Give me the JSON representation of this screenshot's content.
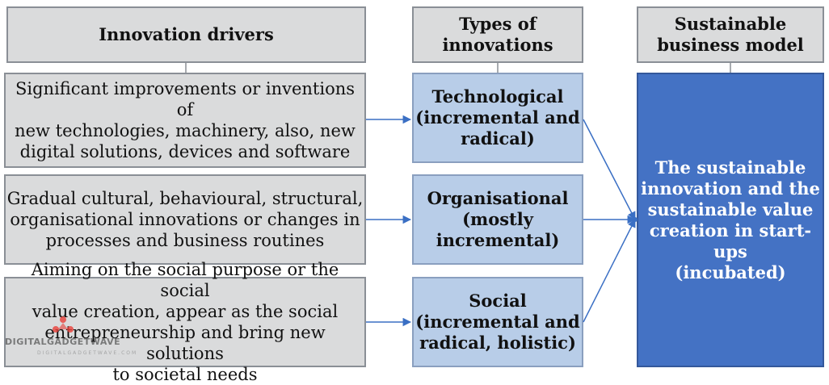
{
  "headers": {
    "drivers": "Innovation drivers",
    "types": "Types of\ninnovations",
    "model": "Sustainable\nbusiness model"
  },
  "drivers": [
    "Significant improvements or inventions of\nnew technologies, machinery, also, new\ndigital solutions, devices and software",
    "Gradual cultural, behavioural, structural,\norganisational innovations or changes in\nprocesses and business routines",
    "Aiming on the social purpose or the social\nvalue creation, appear as the social\nentrepreneurship and bring new solutions\nto societal needs"
  ],
  "types": [
    "Technological\n(incremental and\nradical)",
    "Organisational\n(mostly\nincremental)",
    "Social\n(incremental and\nradical, holistic)"
  ],
  "model": "The sustainable\ninnovation and the\nsustainable value\ncreation in start-ups\n(incubated)",
  "watermark": {
    "text": "DIGITALGADGETWAVE",
    "subtext": "DIGITALGADGETWAVE.COM",
    "logo_color": "#e8403a"
  },
  "colors": {
    "header_fill": "#dadbdc",
    "type_fill": "#b8cde8",
    "model_fill": "#4472c4",
    "arrow": "#3a6fc4"
  }
}
